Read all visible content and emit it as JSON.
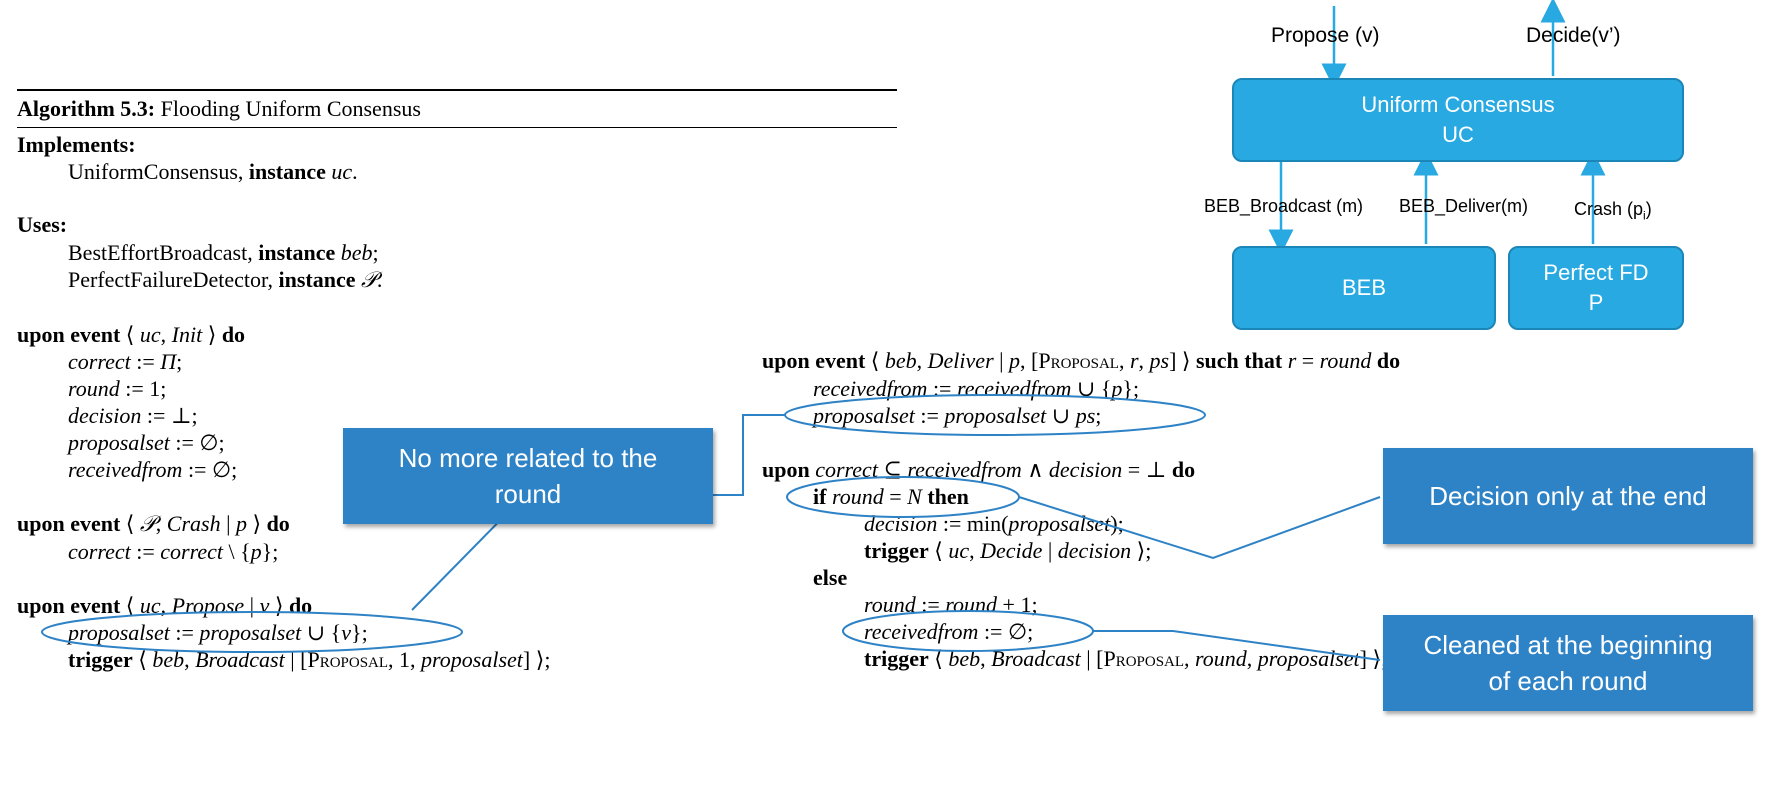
{
  "algorithm": {
    "title_label": "Algorithm 5.3:",
    "title_name": "Flooding Uniform Consensus",
    "implements_header": "Implements:",
    "implements_line": [
      "UniformConsensus, ",
      "instance",
      " uc",
      "."
    ],
    "uses_header": "Uses:",
    "uses_line1": [
      "BestEffortBroadcast, ",
      "instance",
      " beb",
      ";"
    ],
    "uses_line2": [
      "PerfectFailureDetector, ",
      "instance",
      " 𝒫",
      "."
    ],
    "init_block": {
      "header": [
        "upon event",
        " ⟨ ",
        "uc",
        ", ",
        "Init",
        " ⟩ ",
        "do"
      ],
      "lines": [
        [
          "correct",
          " := ",
          "Π",
          ";"
        ],
        [
          "round",
          " := 1;"
        ],
        [
          "decision",
          " := ⊥;"
        ],
        [
          "proposalset",
          " := ∅;"
        ],
        [
          "receivedfrom",
          " := ∅;"
        ]
      ]
    },
    "crash_block": {
      "header": [
        "upon event",
        " ⟨ ",
        "𝒫",
        ", ",
        "Crash",
        " | ",
        "p",
        " ⟩ ",
        "do"
      ],
      "line": [
        "correct",
        " := ",
        "correct",
        " \\ {",
        "p",
        "};"
      ]
    },
    "propose_block": {
      "header": [
        "upon event",
        " ⟨ ",
        "uc",
        ", ",
        "Propose",
        " | ",
        "v",
        " ⟩ ",
        "do"
      ],
      "line1": [
        "proposalset",
        " := ",
        "proposalset",
        " ∪ {",
        "v",
        "};"
      ],
      "line2": [
        "trigger",
        " ⟨ ",
        "beb",
        ", ",
        "Broadcast",
        " | [",
        "Proposal",
        ", 1, ",
        "proposalset",
        "] ⟩;"
      ]
    },
    "deliver_block": {
      "header": [
        "upon event",
        " ⟨ ",
        "beb",
        ", ",
        "Deliver",
        " | ",
        "p",
        ", [",
        "Proposal",
        ", ",
        "r",
        ", ",
        "ps",
        "] ⟩ ",
        "such that",
        " ",
        "r",
        " = ",
        "round",
        " ",
        "do"
      ],
      "line1": [
        "receivedfrom",
        " := ",
        "receivedfrom",
        " ∪ {",
        "p",
        "};"
      ],
      "line2": [
        "proposalset",
        " := ",
        "proposalset",
        " ∪ ",
        "ps",
        ";"
      ]
    },
    "correct_block": {
      "header": [
        "upon",
        " ",
        "correct",
        " ⊆ ",
        "receivedfrom",
        " ∧ ",
        "decision",
        " = ⊥ ",
        "do"
      ],
      "if_line": [
        "if",
        " ",
        "round",
        " = ",
        "N",
        " ",
        "then"
      ],
      "decision_line": [
        "decision",
        "  := min(",
        "proposalset",
        ");"
      ],
      "trigger_decide": [
        "trigger",
        " ⟨ ",
        "uc",
        ", ",
        "Decide",
        " | ",
        "decision",
        " ⟩;"
      ],
      "else": "else",
      "round_line": [
        "round",
        " := ",
        "round",
        " + 1;"
      ],
      "recv_line": [
        "receivedfrom",
        " := ∅;"
      ],
      "trigger_broadcast": [
        "trigger",
        " ⟨ ",
        "beb",
        ", ",
        "Broadcast",
        " | [",
        "Proposal",
        ", ",
        "round",
        ", ",
        "proposalset",
        "] ⟩;"
      ]
    }
  },
  "callouts": {
    "no_more_related": [
      "No more related to the",
      "round"
    ],
    "decision_only": "Decision only at the end",
    "cleaned": [
      "Cleaned at the beginning",
      "of each round"
    ]
  },
  "module_diagram": {
    "propose": "Propose (v)",
    "decide": "Decide(v’)",
    "uc_box": [
      "Uniform Consensus",
      "UC"
    ],
    "beb_broadcast": "BEB_Broadcast (m)",
    "beb_deliver": "BEB_Deliver(m)",
    "crash": "Crash (p",
    "crash_sub": "i",
    "crash_end": ")",
    "beb_box": "BEB",
    "pfd_box": [
      "Perfect FD",
      "P"
    ]
  },
  "colors": {
    "module_fill": "#29a9e1",
    "module_border": "#1b86b8",
    "callout_fill": "#2e82c6",
    "connector": "#2e82c6"
  }
}
